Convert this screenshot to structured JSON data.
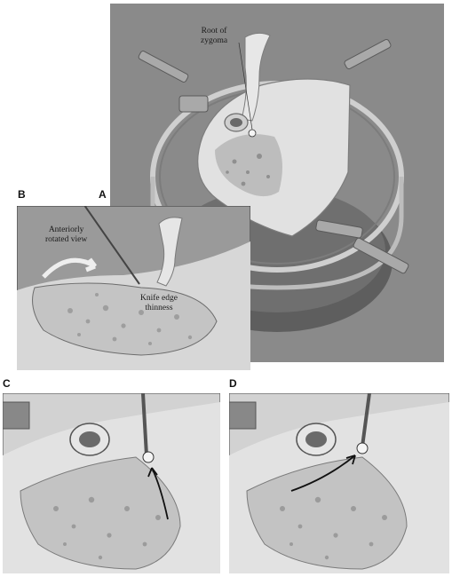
{
  "figure": {
    "panel_letters": {
      "a": "A",
      "b": "B",
      "c": "C",
      "d": "D"
    },
    "callouts": {
      "root_of_zygoma_line1": "Root of",
      "root_of_zygoma_line2": "zygoma",
      "anteriorly_rotated_line1": "Anteriorly",
      "anteriorly_rotated_line2": "rotated view",
      "knife_edge_line1": "Knife edge",
      "knife_edge_line2": "thinness"
    }
  }
}
